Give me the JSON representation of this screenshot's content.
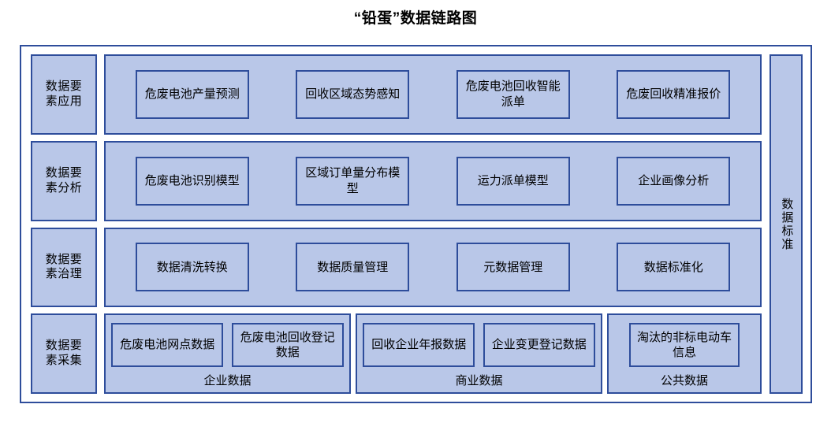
{
  "title": "“铅蛋”数据链路图",
  "colors": {
    "border": "#2e4d9b",
    "fill": "#b9c7e8",
    "background": "#ffffff",
    "text": "#000000"
  },
  "standards_bar": {
    "label": "数据标准"
  },
  "layers": [
    {
      "key": "application",
      "label": "数据要素应用",
      "items": [
        "危废电池产量预测",
        "回收区域态势感知",
        "危废电池回收智能派单",
        "危废回收精准报价"
      ]
    },
    {
      "key": "analysis",
      "label": "数据要素分析",
      "items": [
        "危废电池识别模型",
        "区域订单量分布模型",
        "运力派单模型",
        "企业画像分析"
      ]
    },
    {
      "key": "governance",
      "label": "数据要素治理",
      "items": [
        "数据清洗转换",
        "数据质量管理",
        "元数据管理",
        "数据标准化"
      ]
    }
  ],
  "collection_layer": {
    "key": "collection",
    "label": "数据要素采集",
    "groups": [
      {
        "key": "enterprise",
        "caption": "企业数据",
        "items": [
          "危废电池网点数据",
          "危废电池回收登记数据"
        ]
      },
      {
        "key": "commercial",
        "caption": "商业数据",
        "items": [
          "回收企业年报数据",
          "企业变更登记数据"
        ]
      },
      {
        "key": "public",
        "caption": "公共数据",
        "items": [
          "淘汰的非标电动车信息"
        ]
      }
    ]
  }
}
